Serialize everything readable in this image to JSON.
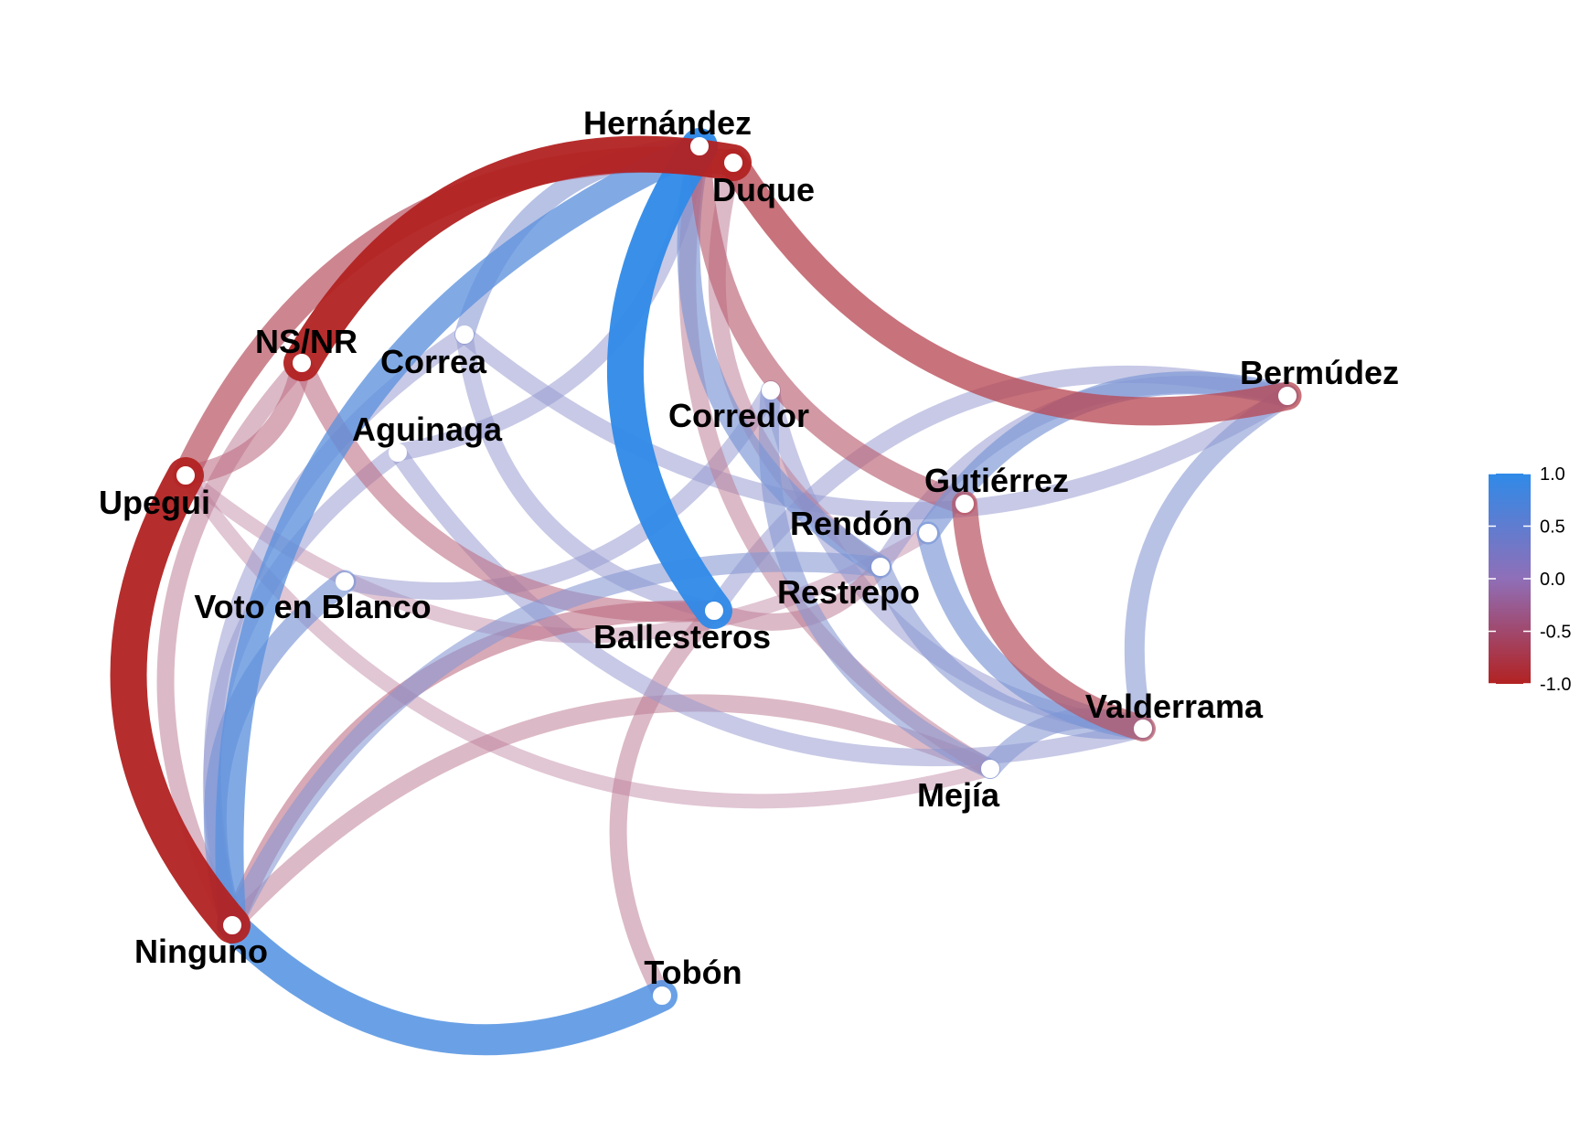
{
  "chart_data": {
    "type": "network",
    "nodes": [
      {
        "id": "Hernández",
        "label": "Hernández"
      },
      {
        "id": "Duque",
        "label": "Duque"
      },
      {
        "id": "NS/NR",
        "label": "NS/NR"
      },
      {
        "id": "Correa",
        "label": "Correa"
      },
      {
        "id": "Aguinaga",
        "label": "Aguinaga"
      },
      {
        "id": "Corredor",
        "label": "Corredor"
      },
      {
        "id": "Bermúdez",
        "label": "Bermúdez"
      },
      {
        "id": "Upegui",
        "label": "Upegui"
      },
      {
        "id": "Gutiérrez",
        "label": "Gutiérrez"
      },
      {
        "id": "Rendón",
        "label": "Rendón"
      },
      {
        "id": "Restrepo",
        "label": "Restrepo"
      },
      {
        "id": "Voto en Blanco",
        "label": "Voto en Blanco"
      },
      {
        "id": "Ballesteros",
        "label": "Ballesteros"
      },
      {
        "id": "Valderrama",
        "label": "Valderrama"
      },
      {
        "id": "Mejía",
        "label": "Mejía"
      },
      {
        "id": "Ninguno",
        "label": "Ninguno"
      },
      {
        "id": "Tobón",
        "label": "Tobón"
      }
    ],
    "edges": [
      {
        "source": "Hernández",
        "target": "Ballesteros",
        "weight": 1.0
      },
      {
        "source": "Duque",
        "target": "NS/NR",
        "weight": -1.0
      },
      {
        "source": "Upegui",
        "target": "Ninguno",
        "weight": -1.0
      },
      {
        "source": "Hernández",
        "target": "Ninguno",
        "weight": 0.7
      },
      {
        "source": "Ninguno",
        "target": "Tobón",
        "weight": 0.8
      },
      {
        "source": "Hernández",
        "target": "Restrepo",
        "weight": 0.5
      },
      {
        "source": "Duque",
        "target": "Bermúdez",
        "weight": -0.7
      },
      {
        "source": "Hernández",
        "target": "Correa",
        "weight": 0.4
      },
      {
        "source": "Duque",
        "target": "Upegui",
        "weight": -0.6
      },
      {
        "source": "Hernández",
        "target": "Gutiérrez",
        "weight": -0.5
      },
      {
        "source": "Gutiérrez",
        "target": "Valderrama",
        "weight": -0.6
      },
      {
        "source": "Rendón",
        "target": "Valderrama",
        "weight": 0.5
      },
      {
        "source": "Restrepo",
        "target": "Valderrama",
        "weight": 0.4
      },
      {
        "source": "Upegui",
        "target": "NS/NR",
        "weight": -0.4
      },
      {
        "source": "NS/NR",
        "target": "Ninguno",
        "weight": -0.3
      },
      {
        "source": "NS/NR",
        "target": "Ballesteros",
        "weight": -0.4
      },
      {
        "source": "Correa",
        "target": "Bermúdez",
        "weight": 0.3
      },
      {
        "source": "Correa",
        "target": "Ninguno",
        "weight": 0.3
      },
      {
        "source": "Aguinaga",
        "target": "Hernández",
        "weight": 0.3
      },
      {
        "source": "Aguinaga",
        "target": "Ninguno",
        "weight": 0.3
      },
      {
        "source": "Voto en Blanco",
        "target": "Ninguno",
        "weight": 0.5
      },
      {
        "source": "Voto en Blanco",
        "target": "Corredor",
        "weight": 0.3
      },
      {
        "source": "Corredor",
        "target": "Mejía",
        "weight": 0.4
      },
      {
        "source": "Corredor",
        "target": "Valderrama",
        "weight": 0.3
      },
      {
        "source": "Ballesteros",
        "target": "Restrepo",
        "weight": -0.3
      },
      {
        "source": "Ballesteros",
        "target": "Ninguno",
        "weight": -0.4
      },
      {
        "source": "Ballesteros",
        "target": "Tobón",
        "weight": -0.3
      },
      {
        "source": "Bermúdez",
        "target": "Restrepo",
        "weight": 0.3
      },
      {
        "source": "Bermúdez",
        "target": "Ballesteros",
        "weight": 0.3
      },
      {
        "source": "Bermúdez",
        "target": "Valderrama",
        "weight": 0.4
      },
      {
        "source": "Bermúdez",
        "target": "Rendón",
        "weight": 0.5
      },
      {
        "source": "Valderrama",
        "target": "Mejía",
        "weight": 0.4
      },
      {
        "source": "Upegui",
        "target": "Mejía",
        "weight": -0.2
      },
      {
        "source": "Mejía",
        "target": "Ninguno",
        "weight": -0.3
      },
      {
        "source": "Aguinaga",
        "target": "Valderrama",
        "weight": 0.3
      },
      {
        "source": "Upegui",
        "target": "Rendón",
        "weight": -0.2
      },
      {
        "source": "Correa",
        "target": "Ballesteros",
        "weight": 0.3
      },
      {
        "source": "Restrepo",
        "target": "Ninguno",
        "weight": 0.4
      },
      {
        "source": "Hernández",
        "target": "Mejía",
        "weight": -0.3
      },
      {
        "source": "Duque",
        "target": "Restrepo",
        "weight": -0.3
      }
    ],
    "color_scale": {
      "ticks": [
        "1.0",
        "0.5",
        "0.0",
        "-0.5",
        "-1.0"
      ],
      "domain": [
        -1,
        1
      ],
      "low_color": "#b22222",
      "mid_color": "#c29fc4",
      "high_color": "#2f8ae8"
    }
  }
}
